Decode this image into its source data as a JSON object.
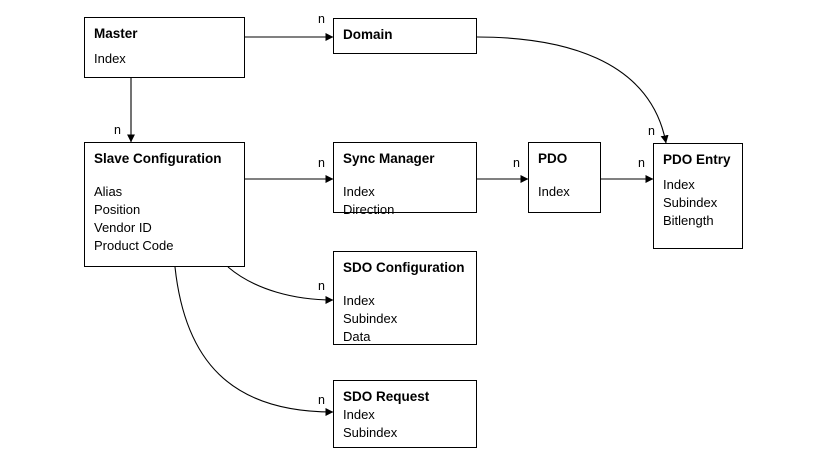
{
  "entities": {
    "master": {
      "title": "Master",
      "attributes": [
        "Index"
      ]
    },
    "domain": {
      "title": "Domain",
      "attributes": []
    },
    "slave_configuration": {
      "title": "Slave Configuration",
      "attributes": [
        "Alias",
        "Position",
        "Vendor ID",
        "Product Code"
      ]
    },
    "sync_manager": {
      "title": "Sync Manager",
      "attributes": [
        "Index",
        "Direction"
      ]
    },
    "pdo": {
      "title": "PDO",
      "attributes": [
        "Index"
      ]
    },
    "pdo_entry": {
      "title": "PDO Entry",
      "attributes": [
        "Index",
        "Subindex",
        "Bitlength"
      ]
    },
    "sdo_configuration": {
      "title": "SDO Configuration",
      "attributes": [
        "Index",
        "Subindex",
        "Data"
      ]
    },
    "sdo_request": {
      "title": "SDO Request",
      "attributes": [
        "Index",
        "Subindex"
      ]
    }
  },
  "relations": [
    {
      "from": "Master",
      "to": "Domain",
      "cardinality": "n"
    },
    {
      "from": "Master",
      "to": "Slave Configuration",
      "cardinality": "n"
    },
    {
      "from": "Domain",
      "to": "PDO Entry",
      "cardinality": "n"
    },
    {
      "from": "Slave Configuration",
      "to": "Sync Manager",
      "cardinality": "n"
    },
    {
      "from": "Sync Manager",
      "to": "PDO",
      "cardinality": "n"
    },
    {
      "from": "PDO",
      "to": "PDO Entry",
      "cardinality": "n"
    },
    {
      "from": "Slave Configuration",
      "to": "SDO Configuration",
      "cardinality": "n"
    },
    {
      "from": "Slave Configuration",
      "to": "SDO Request",
      "cardinality": "n"
    }
  ],
  "colors": {
    "line": "#000000",
    "box_border": "#000000",
    "background": "#ffffff"
  }
}
